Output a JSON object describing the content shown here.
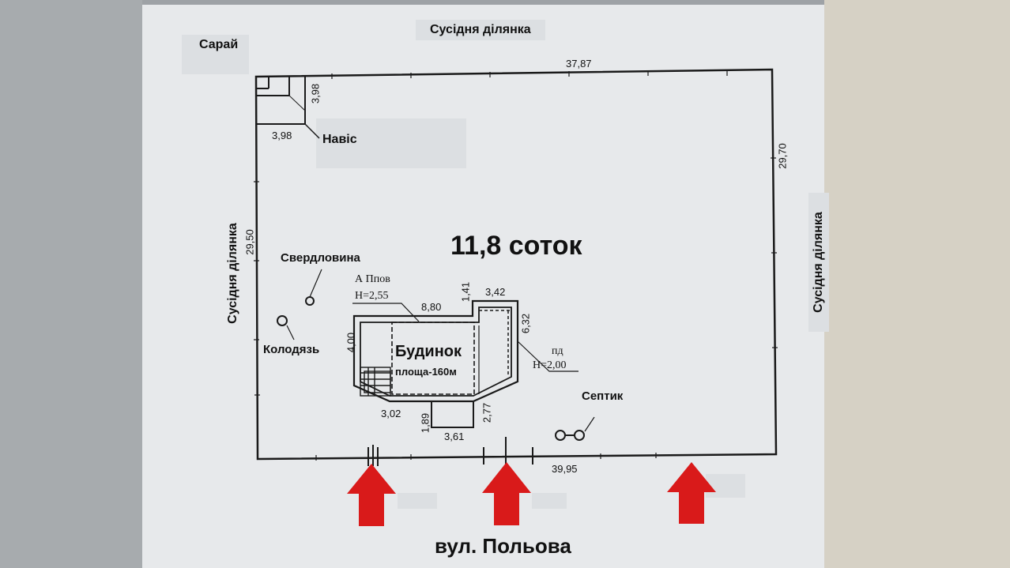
{
  "labels": {
    "neighbor_top": "Сусідня ділянка",
    "neighbor_left": "Сусідня ділянка",
    "neighbor_right": "Сусідня ділянка",
    "shed": "Сарай",
    "canopy": "Навіс",
    "area": "11,8 соток",
    "borehole": "Свердловина",
    "well": "Колодязь",
    "house": "Будинок",
    "house_area": "площа-160м",
    "septic": "Септик",
    "street": "вул. Польова",
    "house_code": "А Ппов",
    "house_height": "Н=2,55",
    "annex_code": "пд",
    "annex_height": "Н=2,00"
  },
  "dimensions": {
    "top": "37,87",
    "bottom": "39,95",
    "left": "29,50",
    "right": "29,70",
    "shed_w": "3,98",
    "shed_h": "3,98",
    "house_top": "8,80",
    "house_offset": "1,41",
    "annex_w": "3,42",
    "annex_h": "6,32",
    "house_h": "4,00",
    "porch_w": "3,02",
    "step_h": "1,89",
    "step_w": "3,61",
    "annex_low": "2,77"
  },
  "colors": {
    "arrow": "#d91a1a",
    "paper": "#e7e9eb",
    "line": "#1a1a1a",
    "highlight": "#dcdfe2"
  },
  "icons": [
    "arrow-up-icon",
    "well-icon",
    "borehole-icon",
    "septic-icon"
  ]
}
